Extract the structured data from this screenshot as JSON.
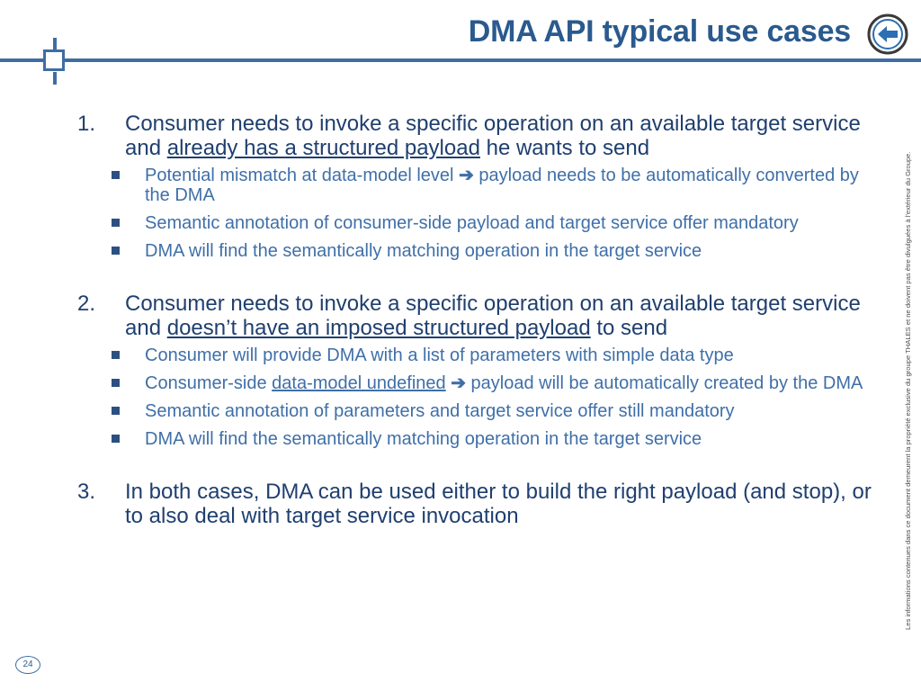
{
  "header": {
    "title": "DMA API typical use cases",
    "back_icon": "back-arrow-icon",
    "accent_color": "#3e6da3"
  },
  "items": [
    {
      "number": "1.",
      "text_before": "Consumer needs to invoke a specific operation on an available target service and ",
      "underlined": "already has a structured payload",
      "text_after": " he wants to send",
      "subitems": [
        {
          "text": "Potential mismatch at data-model level ",
          "arrow": "➔",
          "text_after": " payload needs to be automatically converted by the DMA"
        },
        {
          "text": "Semantic annotation of consumer-side payload and target service offer mandatory"
        },
        {
          "text": "DMA will find the semantically matching operation in the target service"
        }
      ]
    },
    {
      "number": "2.",
      "text_before": "Consumer needs to invoke a specific operation on an available target service and ",
      "underlined": "doesn’t have an imposed structured payload",
      "text_after": " to send",
      "subitems": [
        {
          "text": "Consumer will provide DMA with a list of parameters with simple data type"
        },
        {
          "text": "Consumer-side ",
          "underlined": "data-model undefined",
          "text_mid": " ",
          "arrow": "➔",
          "text_after": " payload will be automatically created by the DMA"
        },
        {
          "text": "Semantic annotation of parameters and target service offer still mandatory"
        },
        {
          "text": "DMA will find the semantically matching operation in the target service"
        }
      ]
    },
    {
      "number": "3.",
      "text_before": "In both cases, DMA can be used either to build the right payload (and stop), or to also deal with target service invocation"
    }
  ],
  "footer": {
    "page_number": "24",
    "side_note": "Les informations contenues dans ce document demeurent la propriété exclusive du groupe THALES et ne doivent pas être divulguées à l'extérieur du Groupe."
  }
}
